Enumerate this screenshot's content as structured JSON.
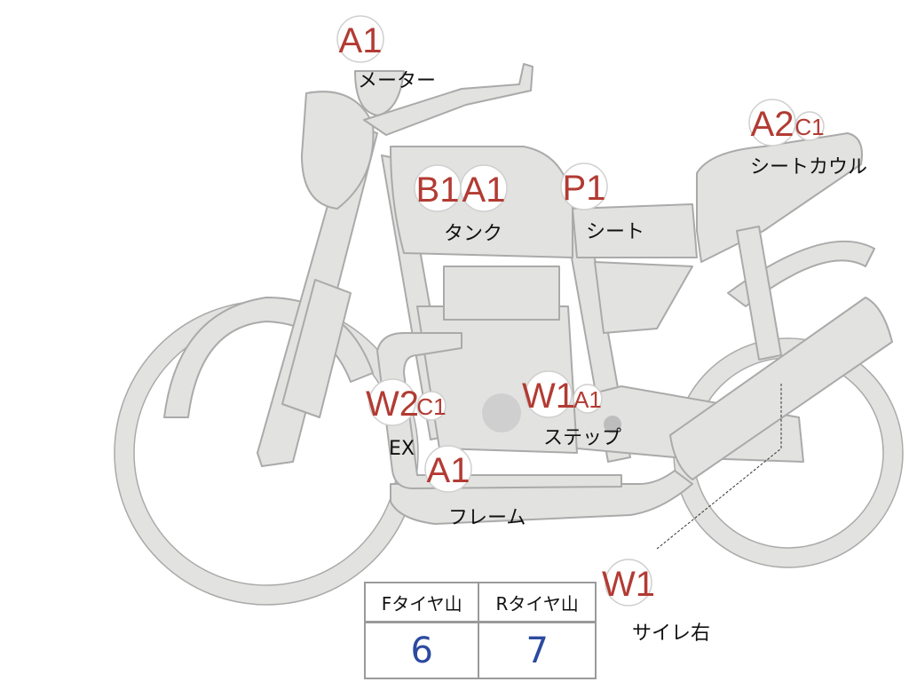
{
  "badges": {
    "meter_a1": "A1",
    "tank_b1": "B1",
    "tank_a1": "A1",
    "seat_p1": "P1",
    "seatcowl_a2": "A2",
    "seatcowl_c1": "C1",
    "ex_w2": "W2",
    "ex_c1": "C1",
    "step_w1": "W1",
    "step_a1": "A1",
    "frame_a1": "A1",
    "silencer_w1": "W1"
  },
  "labels": {
    "meter": "メーター",
    "tank": "タンク",
    "seat": "シート",
    "seat_cowl": "シートカウル",
    "ex": "EX",
    "step": "ステップ",
    "frame": "フレーム",
    "silencer_right": "サイレ右"
  },
  "tire_table": {
    "front_header": "Fタイヤ山",
    "rear_header": "Rタイヤ山",
    "front_value": "6",
    "rear_value": "7"
  },
  "colors": {
    "badge_text": "#b23b33",
    "part_fill": "#e2e2e0",
    "table_value": "#2b4aa0"
  }
}
